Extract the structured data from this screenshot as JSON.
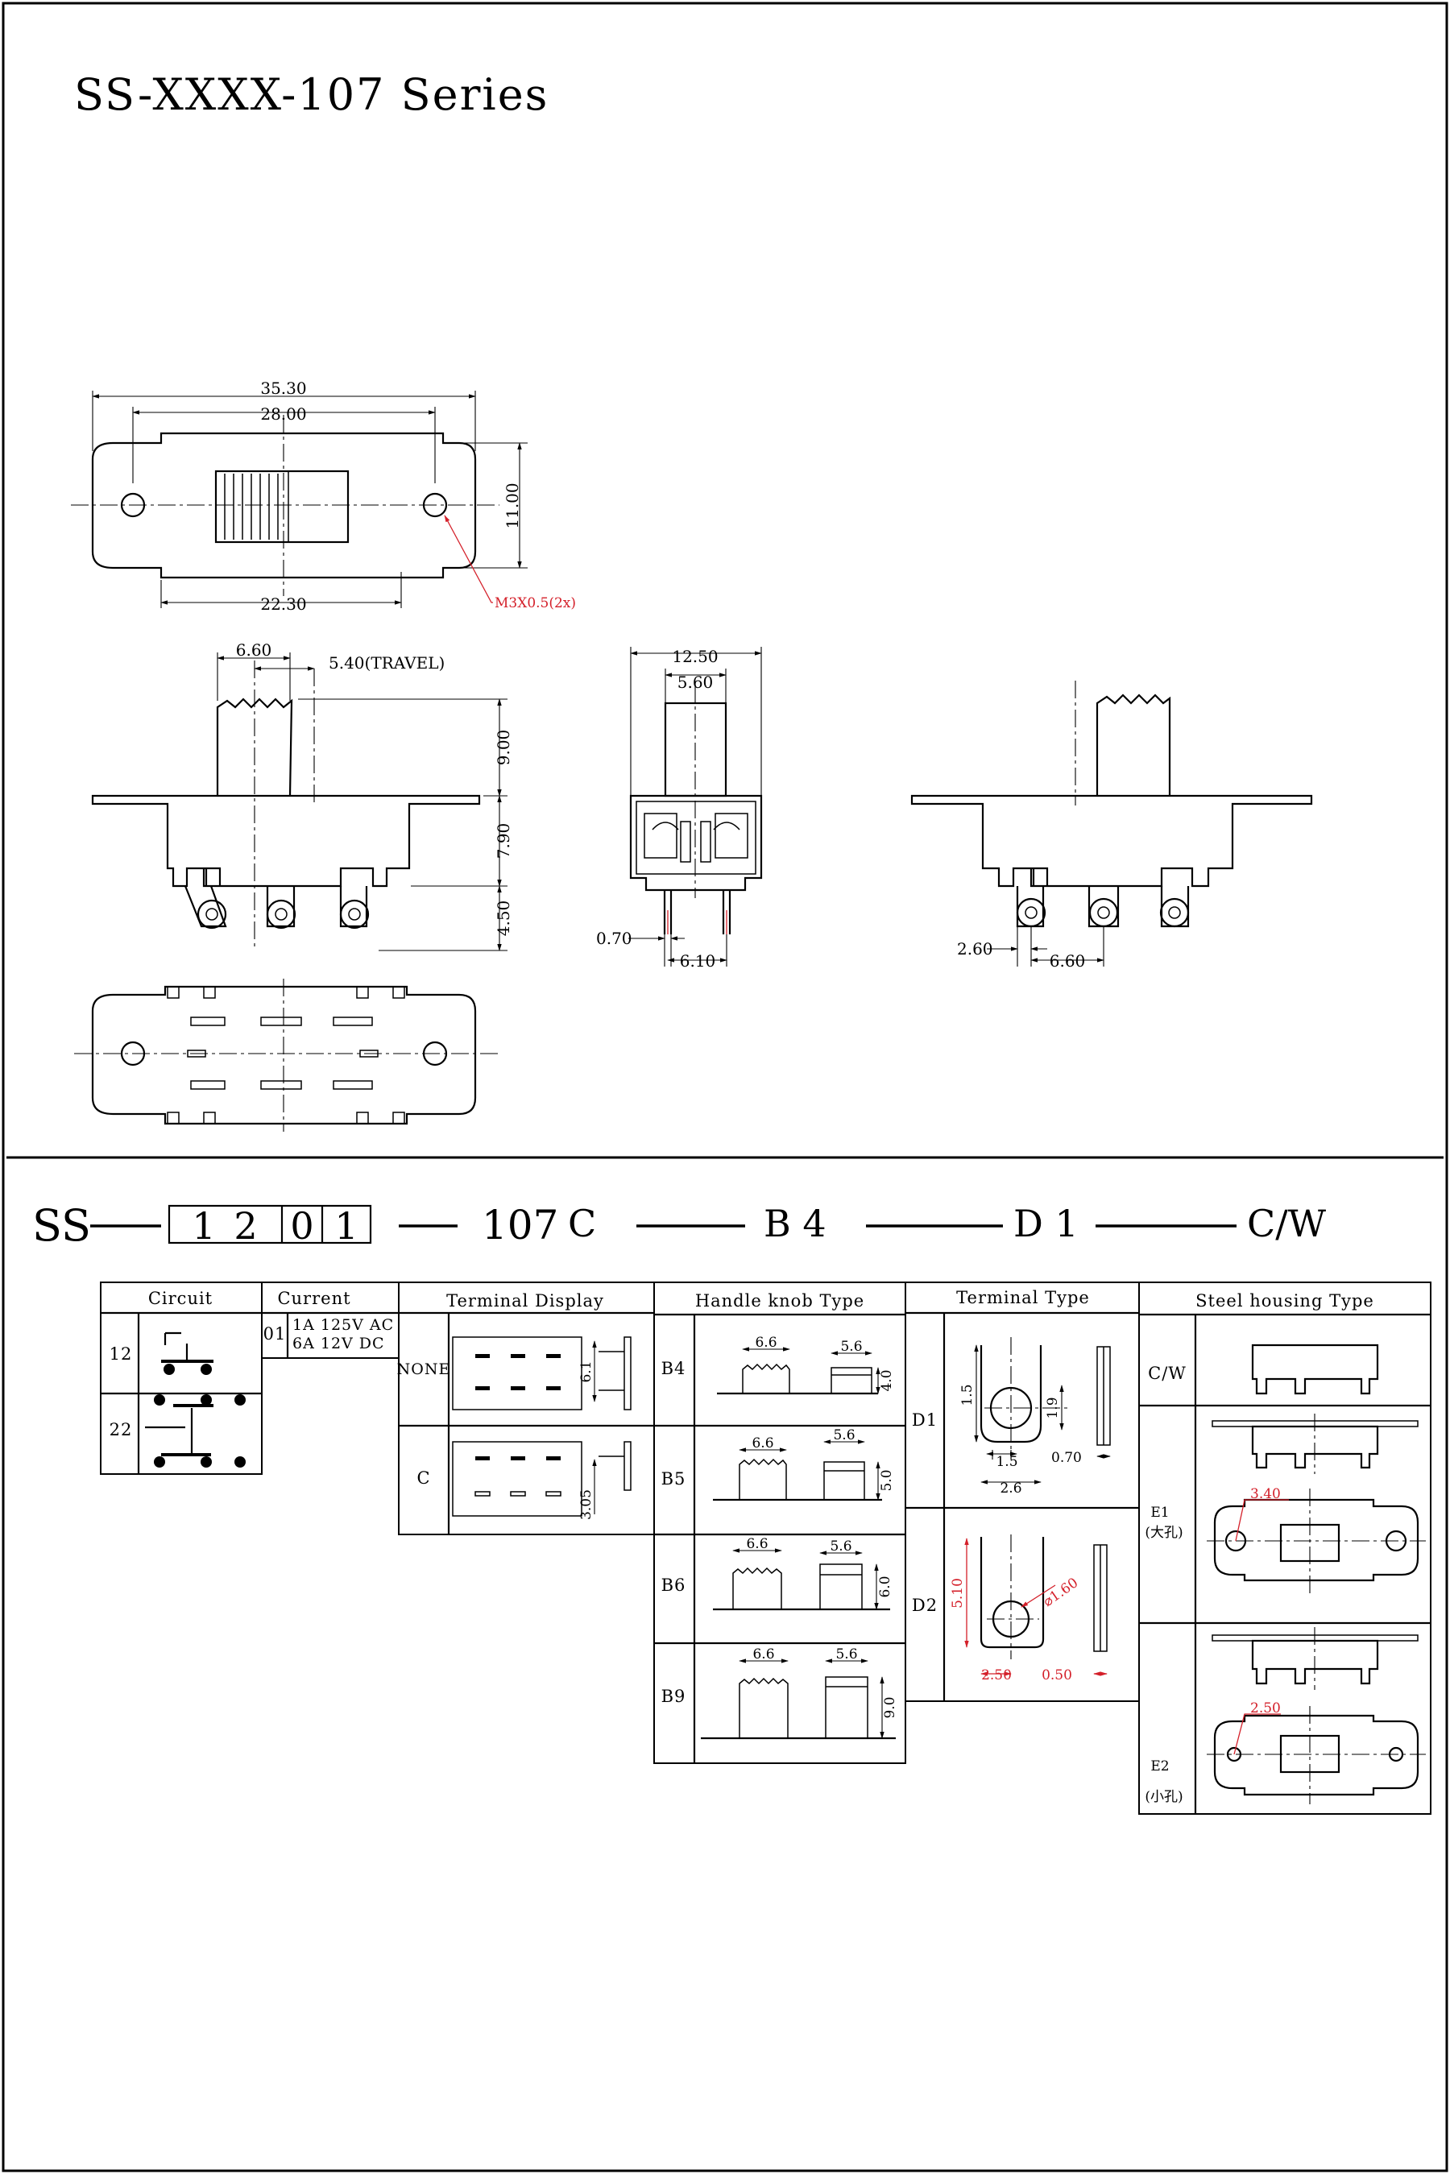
{
  "title": "SS-XXXX-107   Series",
  "top": {
    "dims": {
      "w_35_30": "35.30",
      "w_28_00": "28.00",
      "w_22_30": "22.30",
      "h_11_00": "11.00",
      "screw_note": "M3X0.5(2x)",
      "knob_6_60": "6.60",
      "travel": "5.40(TRAVEL)",
      "h_9_00": "9.00",
      "h_7_90": "7.90",
      "h_4_50": "4.50",
      "w_12_50": "12.50",
      "w_5_60": "5.60",
      "pin_0_70": "0.70",
      "pitch_6_10": "6.10",
      "side_2_60": "2.60",
      "side_6_60": "6.60"
    }
  },
  "code": {
    "prefix": "SS",
    "digits": [
      "1",
      "2",
      "0",
      "1"
    ],
    "series": "107",
    "c": "C",
    "b": "B 4",
    "d": "D 1",
    "cw": "C/W"
  },
  "tables": {
    "circuit": {
      "header": "Circuit",
      "rows": [
        "12",
        "22"
      ]
    },
    "current": {
      "header": "Current",
      "code": "01",
      "line1": "1A 125V AC",
      "line2": "6A 12V DC"
    },
    "terminal_display": {
      "header": "Terminal Display",
      "rows": [
        {
          "code": "NONE",
          "dim": "6.1"
        },
        {
          "code": "C",
          "dim": "3.05"
        }
      ]
    },
    "handle": {
      "header": "Handle knob Type",
      "rows": [
        {
          "code": "B4",
          "w1": "6.6",
          "w2": "5.6",
          "h": "4.0"
        },
        {
          "code": "B5",
          "w1": "6.6",
          "w2": "5.6",
          "h": "5.0"
        },
        {
          "code": "B6",
          "w1": "6.6",
          "w2": "5.6",
          "h": "6.0"
        },
        {
          "code": "B9",
          "w1": "6.6",
          "w2": "5.6",
          "h": "9.0"
        }
      ]
    },
    "terminal_type": {
      "header": "Terminal Type",
      "d1": {
        "code": "D1",
        "h1": "1.5",
        "h2": "1.9",
        "w1": "1.5",
        "w2": "2.6",
        "t": "0.70"
      },
      "d2": {
        "code": "D2",
        "h": "5.10",
        "hole": "⌀1.60",
        "w1": "2.50",
        "t": "0.50"
      }
    },
    "steel": {
      "header": "Steel housing Type",
      "cw": "C/W",
      "e1": "E1",
      "e1_sub": "(大孔)",
      "e1_dim": "3.40",
      "e2": "E2",
      "e2_sub": "(小孔)",
      "e2_dim": "2.50"
    }
  }
}
